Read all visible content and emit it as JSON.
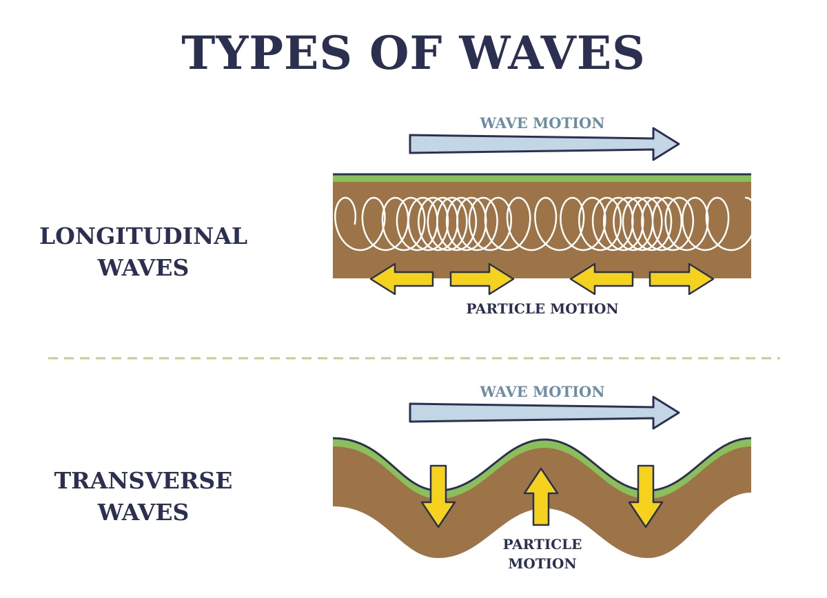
{
  "title": "TYPES OF WAVES",
  "longitudinal": {
    "label_line1": "LONGITUDINAL",
    "label_line2": "WAVES",
    "wave_motion_label": "WAVE MOTION",
    "particle_motion_label": "PARTICLE MOTION"
  },
  "transverse": {
    "label_line1": "TRANSVERSE",
    "label_line2": "WAVES",
    "wave_motion_label": "WAVE MOTION",
    "particle_motion_line1": "PARTICLE",
    "particle_motion_line2": "MOTION"
  },
  "colors": {
    "title": "#2c3050",
    "wave_motion_text": "#6b8ea3",
    "wave_arrow_fill": "#c3d6e6",
    "ground_brown": "#9c7448",
    "grass_green": "#8bbf5a",
    "arrow_yellow": "#f5d21e",
    "coil_white": "#ffffff",
    "divider_green": "#b9d38d",
    "outline": "#2c3050"
  }
}
